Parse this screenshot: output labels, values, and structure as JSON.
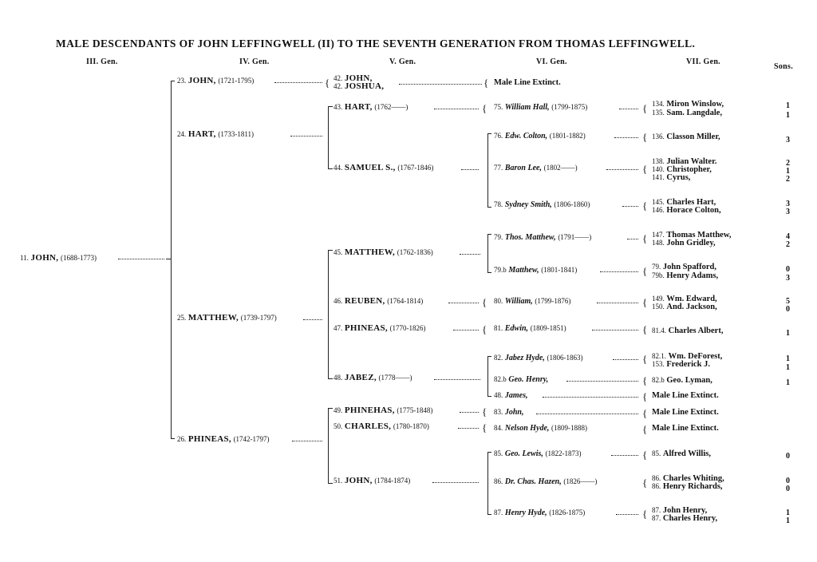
{
  "title": "MALE DESCENDANTS OF JOHN LEFFINGWELL (II) TO THE SEVENTH GENERATION FROM THOMAS LEFFINGWELL.",
  "headers": {
    "g3": "III. Gen.",
    "g4": "IV. Gen.",
    "g5": "V. Gen.",
    "g6": "VI. Gen.",
    "g7": "VII. Gen.",
    "sons": "Sons."
  },
  "root": {
    "num": "11.",
    "name": "JOHN,",
    "years": "(1688-1773)"
  },
  "gen4": [
    {
      "num": "23.",
      "name": "JOHN,",
      "years": "(1721-1795)"
    },
    {
      "num": "24.",
      "name": "HART,",
      "years": "(1733-1811)"
    },
    {
      "num": "25.",
      "name": "MATTHEW,",
      "years": "(1739-1797)"
    },
    {
      "num": "26.",
      "name": "PHINEAS,",
      "years": "(1742-1797)"
    }
  ],
  "gen5": [
    {
      "num": "42.",
      "name": "JOHN,",
      "years": ""
    },
    {
      "num": "42.",
      "name": "JOSHUA,",
      "years": ""
    },
    {
      "num": "43.",
      "name": "HART,",
      "years": "(1762——)"
    },
    {
      "num": "44.",
      "name": "SAMUEL S.,",
      "years": "(1767-1846)"
    },
    {
      "num": "45.",
      "name": "MATTHEW,",
      "years": "(1762-1836)"
    },
    {
      "num": "46.",
      "name": "REUBEN,",
      "years": "(1764-1814)"
    },
    {
      "num": "47.",
      "name": "PHINEAS,",
      "years": "(1770-1826)"
    },
    {
      "num": "48.",
      "name": "JABEZ,",
      "years": "(1778——)"
    },
    {
      "num": "49.",
      "name": "PHINEHAS,",
      "years": "(1775-1848)"
    },
    {
      "num": "50.",
      "name": "CHARLES,",
      "years": "(1780-1870)"
    },
    {
      "num": "51.",
      "name": "JOHN,",
      "years": "(1784-1874)"
    }
  ],
  "gen6": [
    {
      "num": "",
      "name": "Male Line Extinct.",
      "years": ""
    },
    {
      "num": "75.",
      "name": "William Hall,",
      "years": "(1799-1875)"
    },
    {
      "num": "76.",
      "name": "Edw. Colton,",
      "years": "(1801-1882)"
    },
    {
      "num": "77.",
      "name": "Baron Lee,",
      "years": "(1802——)"
    },
    {
      "num": "78.",
      "name": "Sydney Smith,",
      "years": "(1806-1860)"
    },
    {
      "num": "79.",
      "name": "Thos. Matthew,",
      "years": "(1791——)"
    },
    {
      "num": "79.b",
      "name": "Matthew,",
      "years": "(1801-1841)"
    },
    {
      "num": "80.",
      "name": "William,",
      "years": "(1799-1876)"
    },
    {
      "num": "81.",
      "name": "Edwin,",
      "years": "(1809-1851)"
    },
    {
      "num": "82.",
      "name": "Jabez Hyde,",
      "years": "(1806-1863)"
    },
    {
      "num": "82.b",
      "name": "Geo. Henry,",
      "years": ""
    },
    {
      "num": "48.",
      "name": "James,",
      "years": ""
    },
    {
      "num": "83.",
      "name": "John,",
      "years": ""
    },
    {
      "num": "84.",
      "name": "Nelson Hyde,",
      "years": "(1809-1888)"
    },
    {
      "num": "85.",
      "name": "Geo. Lewis,",
      "years": "(1822-1873)"
    },
    {
      "num": "86.",
      "name": "Dr. Chas. Hazen,",
      "years": "(1826——)"
    },
    {
      "num": "87.",
      "name": "Henry Hyde,",
      "years": "(1826-1875)"
    }
  ],
  "gen7": [
    {
      "num": "134.",
      "name": "Miron Winslow,",
      "sons": "1"
    },
    {
      "num": "135.",
      "name": "Sam. Langdale,",
      "sons": "1"
    },
    {
      "num": "136.",
      "name": "Classon Miller,",
      "sons": "3"
    },
    {
      "num": "138.",
      "name": "Julian Walter.",
      "sons": "2"
    },
    {
      "num": "140.",
      "name": "Christopher,",
      "sons": "1"
    },
    {
      "num": "141.",
      "name": "Cyrus,",
      "sons": "2"
    },
    {
      "num": "145.",
      "name": "Charles Hart,",
      "sons": "3"
    },
    {
      "num": "146.",
      "name": "Horace Colton,",
      "sons": "3"
    },
    {
      "num": "147.",
      "name": "Thomas Matthew,",
      "sons": "4"
    },
    {
      "num": "148.",
      "name": "John Gridley,",
      "sons": "2"
    },
    {
      "num": "79.",
      "name": "John Spafford,",
      "sons": "0"
    },
    {
      "num": "79b.",
      "name": "Henry Adams,",
      "sons": "3"
    },
    {
      "num": "149.",
      "name": "Wm. Edward,",
      "sons": "5"
    },
    {
      "num": "150.",
      "name": "And. Jackson,",
      "sons": "0"
    },
    {
      "num": "81.4.",
      "name": "Charles Albert,",
      "sons": "1"
    },
    {
      "num": "82.1.",
      "name": "Wm. DeForest,",
      "sons": "1"
    },
    {
      "num": "153.",
      "name": "Frederick J.",
      "sons": "1"
    },
    {
      "num": "82.b",
      "name": "Geo. Lyman,",
      "sons": "1"
    },
    {
      "num": "",
      "name": "Male Line Extinct.",
      "sons": ""
    },
    {
      "num": "",
      "name": "Male Line Extinct.",
      "sons": ""
    },
    {
      "num": "",
      "name": "Male Line Extinct.",
      "sons": ""
    },
    {
      "num": "85.",
      "name": "Alfred Willis,",
      "sons": "0"
    },
    {
      "num": "86.",
      "name": "Charles Whiting,",
      "sons": "0"
    },
    {
      "num": "86.",
      "name": "Henry Richards,",
      "sons": "0"
    },
    {
      "num": "87.",
      "name": "John Henry,",
      "sons": "1"
    },
    {
      "num": "87.",
      "name": "Charles Henry,",
      "sons": "1"
    }
  ]
}
